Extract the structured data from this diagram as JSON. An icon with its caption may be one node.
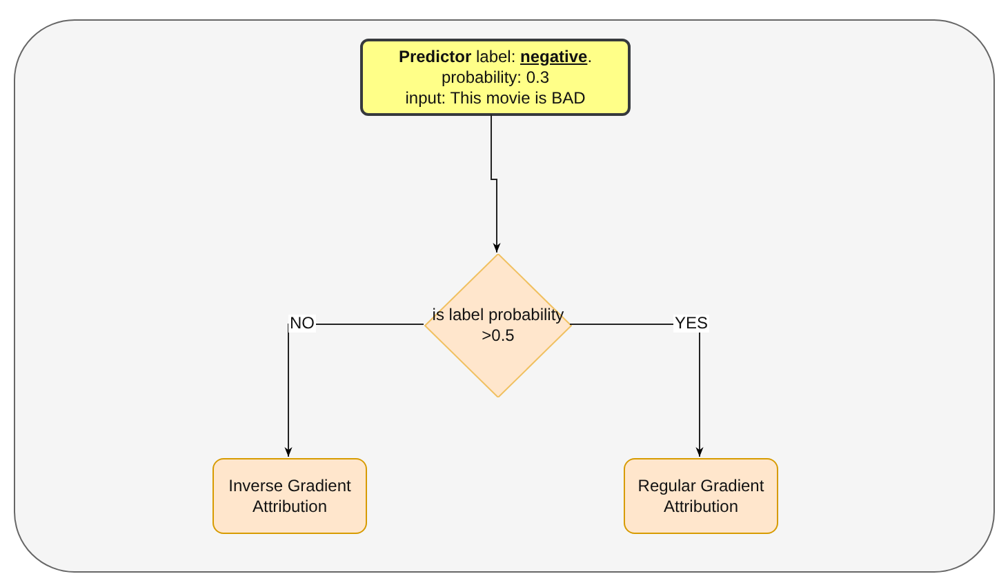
{
  "diagram": {
    "nodes": [
      {
        "text": [],
        "shape": "box"
      },
      {
        "text": [
          "**Predictor** label: **negative**.",
          "probability: 0.3",
          "input: This movie is BAD"
        ],
        "in": 0
      },
      {
        "text": [
          "is label probability >0.5"
        ],
        "in": 0
      },
      {
        "text": [
          "Inverse Gradient Attribution"
        ],
        "in": 0
      },
      {
        "text": [
          "Regular Gradient Attribution"
        ],
        "in": 0
      }
    ],
    "edges": [
      {
        "from": 1,
        "to": 2,
        "arrow": "to"
      },
      {
        "from": 2,
        "to": 3,
        "label": "NO",
        "arrow": "to"
      },
      {
        "from": 2,
        "to": 4,
        "label": "YES",
        "arrow": "to"
      }
    ]
  }
}
